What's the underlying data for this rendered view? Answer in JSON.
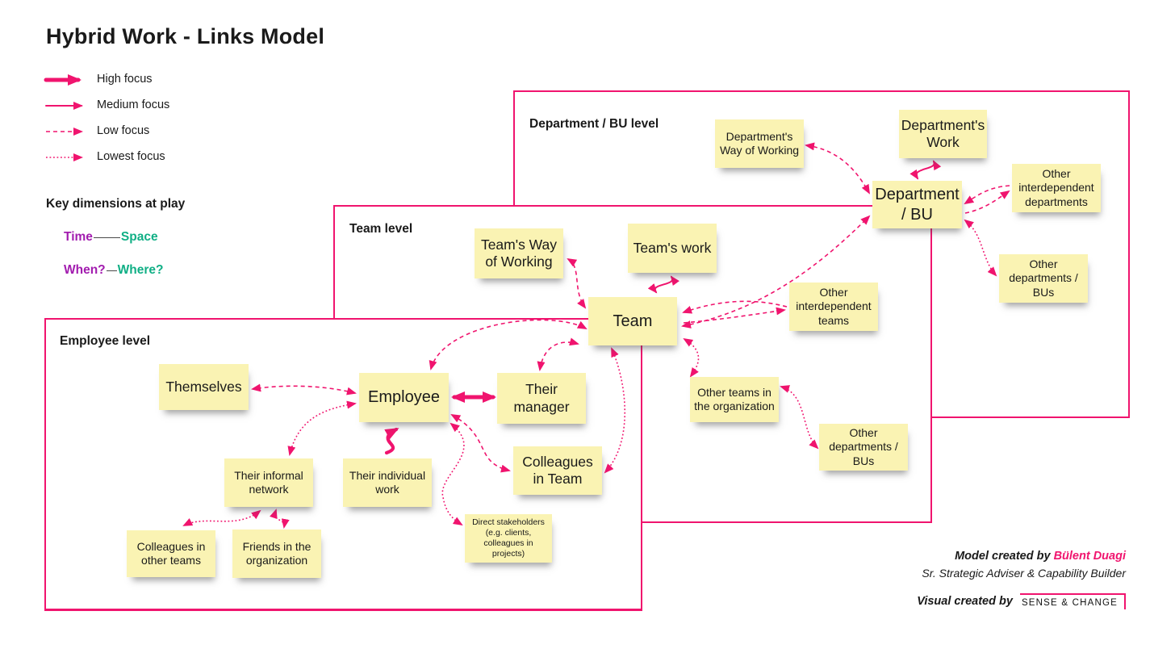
{
  "title": "Hybrid Work - Links Model",
  "colors": {
    "accent_pink": "#F0146E",
    "dimension_purple": "#A21CAF",
    "dimension_teal": "#10AF85",
    "sticky_yellow": "#FAF3B3"
  },
  "legend": {
    "items": [
      {
        "label": "High focus",
        "style": "thick-solid-arrow"
      },
      {
        "label": "Medium focus",
        "style": "thin-solid-arrow"
      },
      {
        "label": "Low focus",
        "style": "dashed-arrow"
      },
      {
        "label": "Lowest focus",
        "style": "dotted-arrow"
      }
    ]
  },
  "dimensions": {
    "heading": "Key dimensions at play",
    "pairs": [
      {
        "left": "Time",
        "right": "Space"
      },
      {
        "left": "When?",
        "right": "Where?"
      }
    ]
  },
  "panels": {
    "department": {
      "label": "Department / BU level"
    },
    "team": {
      "label": "Team level"
    },
    "employee": {
      "label": "Employee level"
    }
  },
  "notes": {
    "dept_wow": {
      "text": "Department's Way of Working"
    },
    "dept_work": {
      "text": "Department's Work"
    },
    "dept_bu": {
      "text": "Department / BU"
    },
    "other_interdep_depts": {
      "text": "Other interdependent departments"
    },
    "other_depts_bus_right": {
      "text": "Other departments / BUs"
    },
    "teams_wow": {
      "text": "Team's Way of Working"
    },
    "teams_work": {
      "text": "Team's work"
    },
    "team": {
      "text": "Team"
    },
    "other_interdep_teams": {
      "text": "Other interdependent teams"
    },
    "other_teams_org": {
      "text": "Other teams in the organization"
    },
    "other_depts_bus_bottom": {
      "text": "Other departments / BUs"
    },
    "themselves": {
      "text": "Themselves"
    },
    "employee": {
      "text": "Employee"
    },
    "their_manager": {
      "text": "Their manager"
    },
    "their_informal_network": {
      "text": "Their informal network"
    },
    "their_individual_work": {
      "text": "Their individual work"
    },
    "colleagues_in_team": {
      "text": "Colleagues in Team"
    },
    "colleagues_other_teams": {
      "text": "Colleagues in other teams"
    },
    "friends_org": {
      "text": "Friends in the organization"
    },
    "direct_stakeholders": {
      "text": "Direct stakeholders (e.g. clients, colleagues in projects)"
    }
  },
  "links": [
    {
      "from": "employee",
      "to": "their_manager",
      "focus": "high"
    },
    {
      "from": "employee",
      "to": "their_individual_work",
      "focus": "high"
    },
    {
      "from": "team",
      "to": "teams_work",
      "focus": "medium"
    },
    {
      "from": "dept_bu",
      "to": "dept_work",
      "focus": "medium"
    },
    {
      "from": "employee",
      "to": "themselves",
      "focus": "low"
    },
    {
      "from": "employee",
      "to": "colleagues_in_team",
      "focus": "low"
    },
    {
      "from": "employee",
      "to": "team",
      "focus": "low"
    },
    {
      "from": "their_manager",
      "to": "team",
      "focus": "low"
    },
    {
      "from": "team",
      "to": "teams_wow",
      "focus": "low"
    },
    {
      "from": "team",
      "to": "other_interdep_teams",
      "focus": "low"
    },
    {
      "from": "team",
      "to": "dept_bu",
      "focus": "low"
    },
    {
      "from": "dept_bu",
      "to": "dept_wow",
      "focus": "low"
    },
    {
      "from": "dept_bu",
      "to": "other_interdep_depts",
      "focus": "low"
    },
    {
      "from": "employee",
      "to": "their_informal_network",
      "focus": "lowest"
    },
    {
      "from": "employee",
      "to": "direct_stakeholders",
      "focus": "lowest"
    },
    {
      "from": "their_informal_network",
      "to": "colleagues_other_teams",
      "focus": "lowest"
    },
    {
      "from": "their_informal_network",
      "to": "friends_org",
      "focus": "lowest"
    },
    {
      "from": "team",
      "to": "colleagues_in_team",
      "focus": "lowest"
    },
    {
      "from": "team",
      "to": "other_teams_org",
      "focus": "lowest"
    },
    {
      "from": "other_teams_org",
      "to": "other_depts_bus_bottom",
      "focus": "lowest"
    },
    {
      "from": "dept_bu",
      "to": "other_depts_bus_right",
      "focus": "lowest"
    }
  ],
  "credits": {
    "model_prefix": "Model created by ",
    "model_author": "Bülent Duagi",
    "model_author_title": "Sr. Strategic Adviser & Capability Builder",
    "visual_prefix": "Visual created by ",
    "visual_author": "SENSE & CHANGE"
  }
}
